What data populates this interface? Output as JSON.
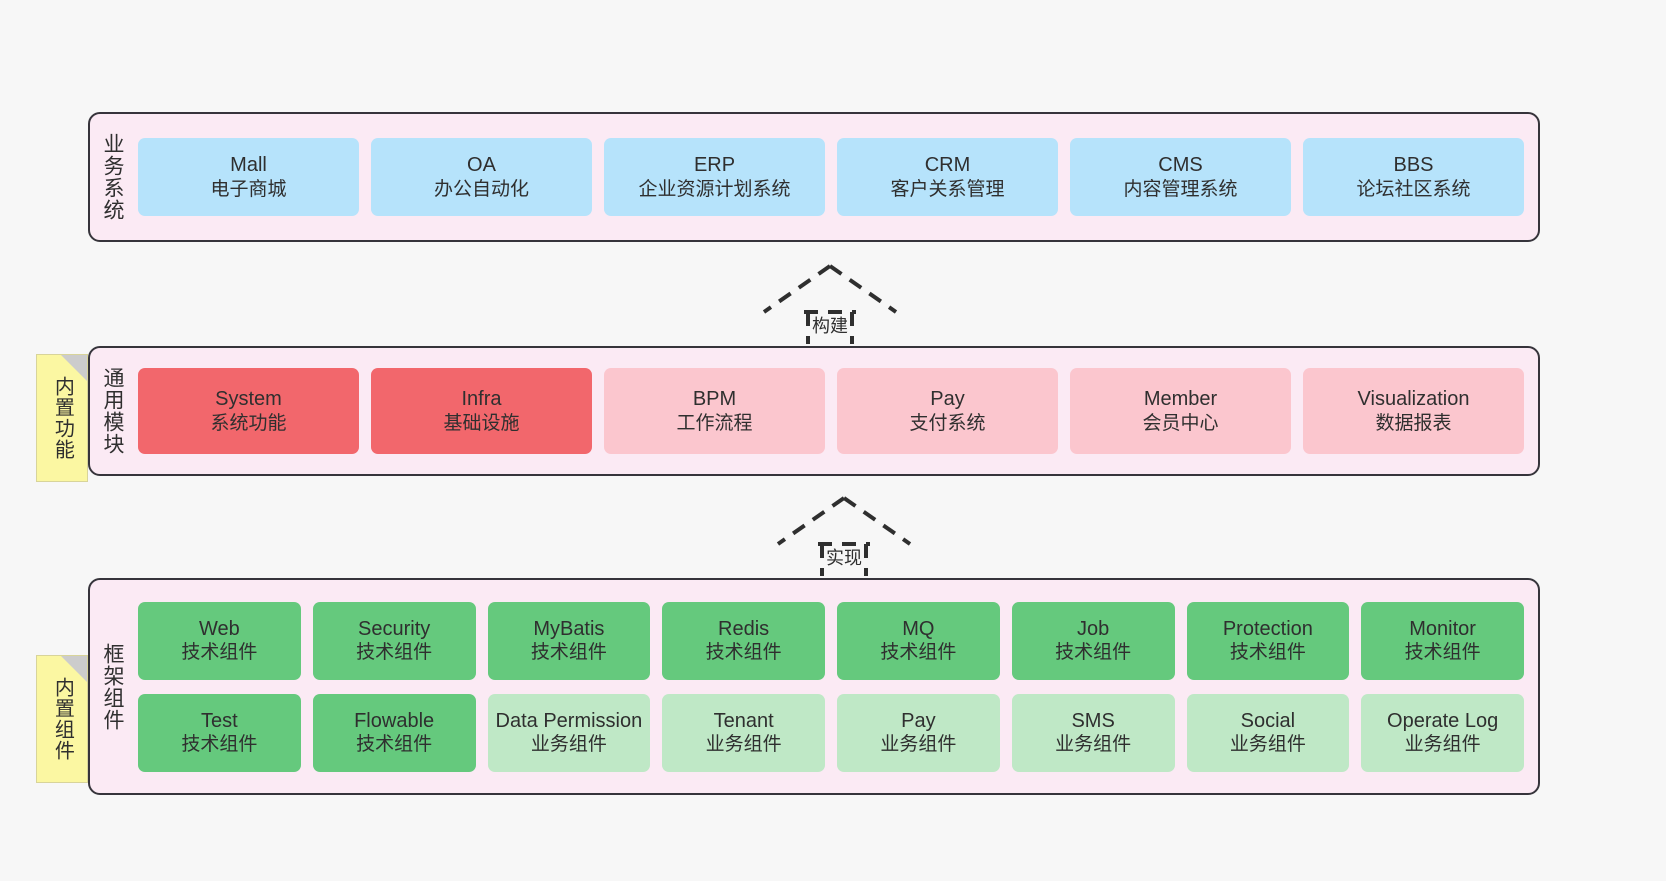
{
  "layers": [
    {
      "id": "business",
      "title": "业务系统",
      "rows": [
        {
          "style": "c-blue",
          "cards": [
            {
              "name": "Mall",
              "desc": "电子商城"
            },
            {
              "name": "OA",
              "desc": "办公自动化"
            },
            {
              "name": "ERP",
              "desc": "企业资源计划系统"
            },
            {
              "name": "CRM",
              "desc": "客户关系管理"
            },
            {
              "name": "CMS",
              "desc": "内容管理系统"
            },
            {
              "name": "BBS",
              "desc": "论坛社区系统"
            }
          ]
        }
      ]
    },
    {
      "id": "modules",
      "title": "通用模块",
      "note": "内置功能",
      "rows": [
        {
          "cards": [
            {
              "name": "System",
              "desc": "系统功能",
              "style": "c-red"
            },
            {
              "name": "Infra",
              "desc": "基础设施",
              "style": "c-red"
            },
            {
              "name": "BPM",
              "desc": "工作流程",
              "style": "c-pink"
            },
            {
              "name": "Pay",
              "desc": "支付系统",
              "style": "c-pink"
            },
            {
              "name": "Member",
              "desc": "会员中心",
              "style": "c-pink"
            },
            {
              "name": "Visualization",
              "desc": "数据报表",
              "style": "c-pink"
            }
          ]
        }
      ]
    },
    {
      "id": "framework",
      "title": "框架组件",
      "note": "内置组件",
      "rows": [
        {
          "cards": [
            {
              "name": "Web",
              "desc": "技术组件",
              "style": "c-green"
            },
            {
              "name": "Security",
              "desc": "技术组件",
              "style": "c-green"
            },
            {
              "name": "MyBatis",
              "desc": "技术组件",
              "style": "c-green"
            },
            {
              "name": "Redis",
              "desc": "技术组件",
              "style": "c-green"
            },
            {
              "name": "MQ",
              "desc": "技术组件",
              "style": "c-green"
            },
            {
              "name": "Job",
              "desc": "技术组件",
              "style": "c-green"
            },
            {
              "name": "Protection",
              "desc": "技术组件",
              "style": "c-green"
            },
            {
              "name": "Monitor",
              "desc": "技术组件",
              "style": "c-green"
            }
          ]
        },
        {
          "cards": [
            {
              "name": "Test",
              "desc": "技术组件",
              "style": "c-green"
            },
            {
              "name": "Flowable",
              "desc": "技术组件",
              "style": "c-green"
            },
            {
              "name": "Data Permission",
              "desc": "业务组件",
              "style": "c-lightgreen"
            },
            {
              "name": "Tenant",
              "desc": "业务组件",
              "style": "c-lightgreen"
            },
            {
              "name": "Pay",
              "desc": "业务组件",
              "style": "c-lightgreen"
            },
            {
              "name": "SMS",
              "desc": "业务组件",
              "style": "c-lightgreen"
            },
            {
              "name": "Social",
              "desc": "业务组件",
              "style": "c-lightgreen"
            },
            {
              "name": "Operate Log",
              "desc": "业务组件",
              "style": "c-lightgreen"
            }
          ]
        }
      ]
    }
  ],
  "connectors": [
    {
      "id": "build",
      "label": "构建"
    },
    {
      "id": "implement",
      "label": "实现"
    }
  ],
  "colors": {
    "band_background": "#fbeaf4",
    "band_border": "#36343b",
    "business_card": "#b6e3fb",
    "module_core_card": "#f2676c",
    "module_card": "#fbc6ce",
    "tech_component_card": "#65c97d",
    "business_component_card": "#bfe8c6",
    "note_background": "#fbf7a2",
    "canvas_background": "#f7f7f7"
  }
}
